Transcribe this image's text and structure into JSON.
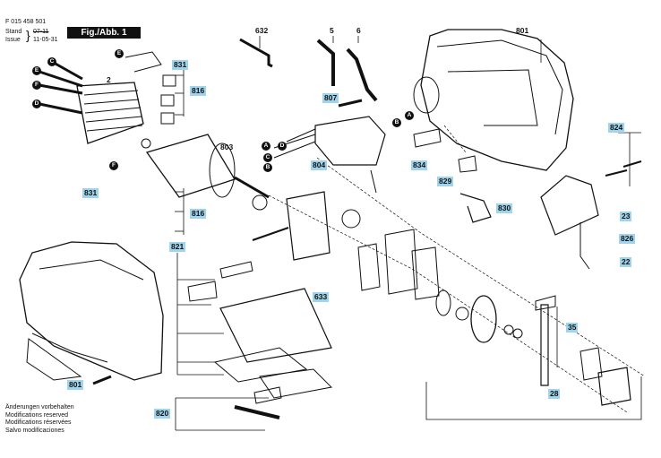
{
  "header": {
    "doc_number": "F 015 458 501",
    "stand_label": "Stand",
    "stand_value": "07-11",
    "issue_label": "Issue",
    "issue_value": "11-05-31",
    "figure_label": "Fig./Abb. 1"
  },
  "notes": [
    "Änderungen vorbehalten",
    "Modifications reserved",
    "Modifications réservées",
    "Salvo modificaciones"
  ],
  "callouts": {
    "c632": "632",
    "c5": "5",
    "c6": "6",
    "c801_top": "801",
    "c2": "2",
    "c831_top": "831",
    "c816_top": "816",
    "c807": "807",
    "c803": "803",
    "c804": "804",
    "c834": "834",
    "c824": "824",
    "c829": "829",
    "c831_bot": "831",
    "c816_bot": "816",
    "c830": "830",
    "c23": "23",
    "c826": "826",
    "c22": "22",
    "c821": "821",
    "c633": "633",
    "c35": "35",
    "c28": "28",
    "c801_bot": "801",
    "c820": "820"
  },
  "letters": {
    "l1": "C",
    "l2": "E",
    "l3": "F",
    "l4": "D",
    "l5": "E",
    "l6": "B",
    "l7": "A",
    "l8": "A",
    "l9": "D",
    "l10": "C",
    "l11": "B",
    "l12": "F"
  },
  "colors": {
    "callout_fill": "#9fd4ec",
    "ink": "#111111"
  }
}
